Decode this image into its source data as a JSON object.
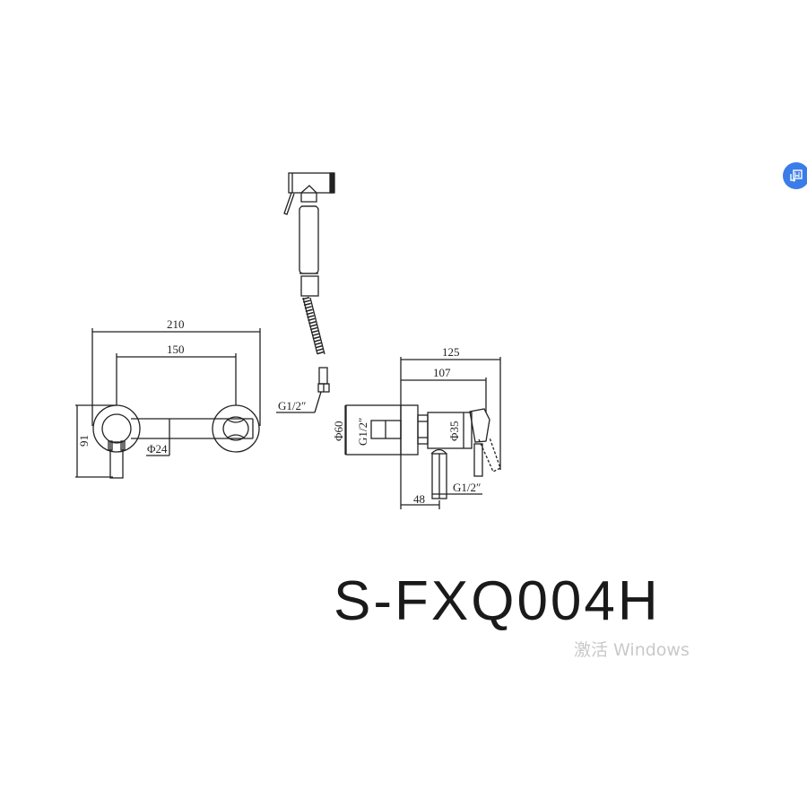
{
  "drawing": {
    "front_view": {
      "dim_overall_width": "210",
      "dim_center_distance": "150",
      "dim_height": "91",
      "dim_pipe_diameter": "Φ24"
    },
    "sprayer": {
      "hose_thread": "G1/2″"
    },
    "side_view": {
      "dim_overall_depth": "125",
      "dim_body_depth": "107",
      "dim_flange_diameter": "Φ60",
      "dim_inlet_thread": "G1/2″",
      "dim_body_diameter": "Φ35",
      "dim_outlet_offset": "48",
      "dim_outlet_thread": "G1/2″"
    }
  },
  "model_code": "S-FXQ004H",
  "watermark_text": "激活 Windows",
  "floating_button": {
    "icon": "translate-screenshot-icon",
    "color": "#3b7de8"
  }
}
